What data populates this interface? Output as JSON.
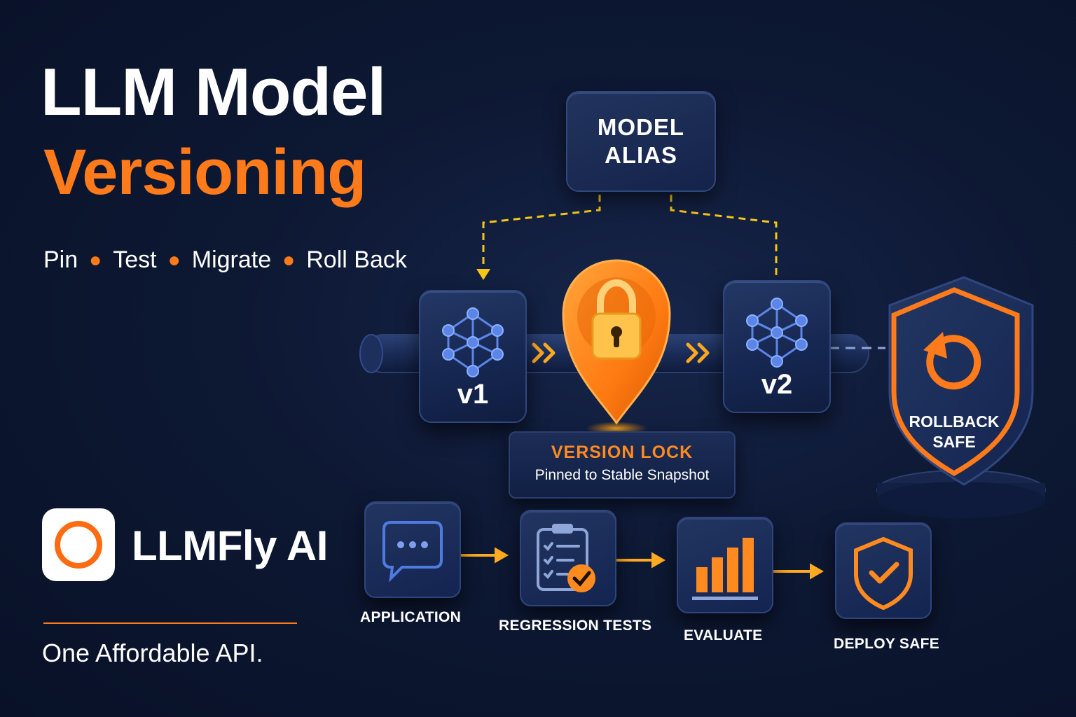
{
  "header": {
    "title_line1": "LLM Model",
    "title_line2": "Versioning",
    "subtitle_items": [
      "Pin",
      "Test",
      "Migrate",
      "Roll Back"
    ]
  },
  "brand": {
    "name": "LLMFly AI",
    "tagline": "One Affordable API."
  },
  "diagram": {
    "alias_line1": "MODEL",
    "alias_line2": "ALIAS",
    "v1_label": "v1",
    "v2_label": "v2",
    "lock_title": "VERSION LOCK",
    "lock_subtitle": "Pinned to Stable Snapshot",
    "shield_line1": "ROLLBACK",
    "shield_line2": "SAFE"
  },
  "pipeline": {
    "steps": [
      {
        "label": "APPLICATION",
        "icon": "chat-bubble-icon"
      },
      {
        "label": "REGRESSION TESTS",
        "icon": "clipboard-check-icon"
      },
      {
        "label": "EVALUATE",
        "icon": "bar-chart-icon"
      },
      {
        "label": "DEPLOY SAFE",
        "icon": "shield-check-icon"
      }
    ]
  },
  "colors": {
    "accent": "#ff7a1a",
    "background": "#0b1530",
    "node": "#1a2b55",
    "connector": "#f5c518",
    "network": "#4f7be0"
  }
}
